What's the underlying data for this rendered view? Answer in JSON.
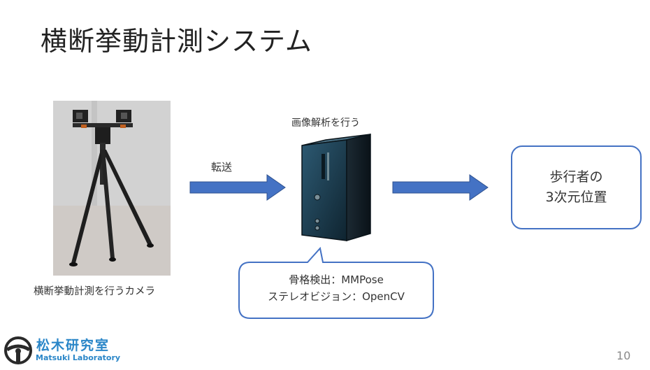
{
  "title": "横断挙動計測システム",
  "camera": {
    "caption": "横断挙動計測を行うカメラ"
  },
  "transfer_label": "転送",
  "analysis_label": "画像解析を行う",
  "result": {
    "line1": "歩行者の",
    "line2": "3次元位置"
  },
  "methods": {
    "line1": "骨格検出：MMPose",
    "line2": "ステレオビジョン：OpenCV"
  },
  "logo": {
    "name": "松木研究室",
    "sub": "Matsuki Laboratory"
  },
  "page_number": "10",
  "colors": {
    "accent": "#4472c4",
    "logo": "#2a86c8"
  }
}
